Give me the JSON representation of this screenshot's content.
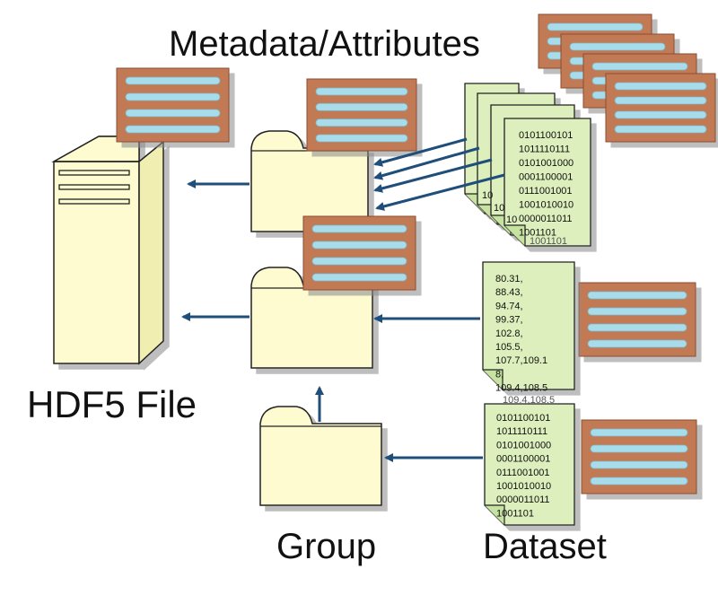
{
  "labels": {
    "metadata": "Metadata/Attributes",
    "hdf5_file": "HDF5 File",
    "group": "Group",
    "dataset": "Dataset"
  },
  "binary_lines": [
    "0101100101",
    "1011110111",
    "0101001000",
    "0001100001",
    "0111001001",
    "1001010010",
    "0000011011",
    "1001101"
  ],
  "binary_tail": "1001101",
  "stack_peek": [
    "10",
    "10",
    "10"
  ],
  "decimal_lines": [
    "80.31,",
    "88.43,",
    "94.74,",
    "99.37,",
    "102.8,",
    "105.5,",
    "107.7,109.1",
    "8,",
    "109.4,108.5"
  ],
  "decimal_tail": "109.4,108.5",
  "colors": {
    "attribute_box": "#c27a55",
    "attribute_bar": "#a8dcea",
    "folder": "#fdfbcf",
    "server": "#fdfbcf",
    "dataset_sheet": "#dcefbc",
    "arrow": "#1f4e7a"
  }
}
